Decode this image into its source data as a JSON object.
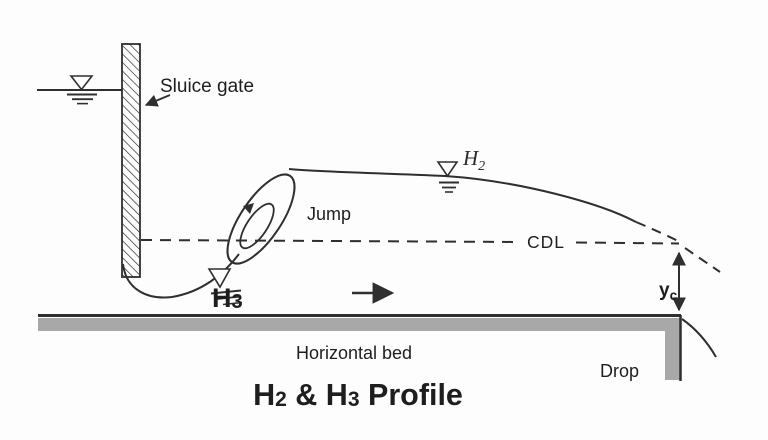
{
  "diagram": {
    "labels": {
      "sluice_gate": "Sluice gate",
      "jump": "Jump",
      "cdl": "CDL",
      "horizontal_bed": "Horizontal bed",
      "drop": "Drop",
      "h2": {
        "main": "H",
        "sub": "2"
      },
      "h3": {
        "main": "H",
        "sub": "3"
      },
      "yc": {
        "main": "y",
        "sub": "c"
      }
    },
    "title": {
      "parts": [
        "H",
        "2",
        " & H",
        "3",
        " Profile"
      ]
    },
    "colors": {
      "line": "#2f2f2f",
      "bed_gray": "#a8a8a8",
      "text": "#1e1e1e",
      "background": "#fdfdfd"
    }
  }
}
